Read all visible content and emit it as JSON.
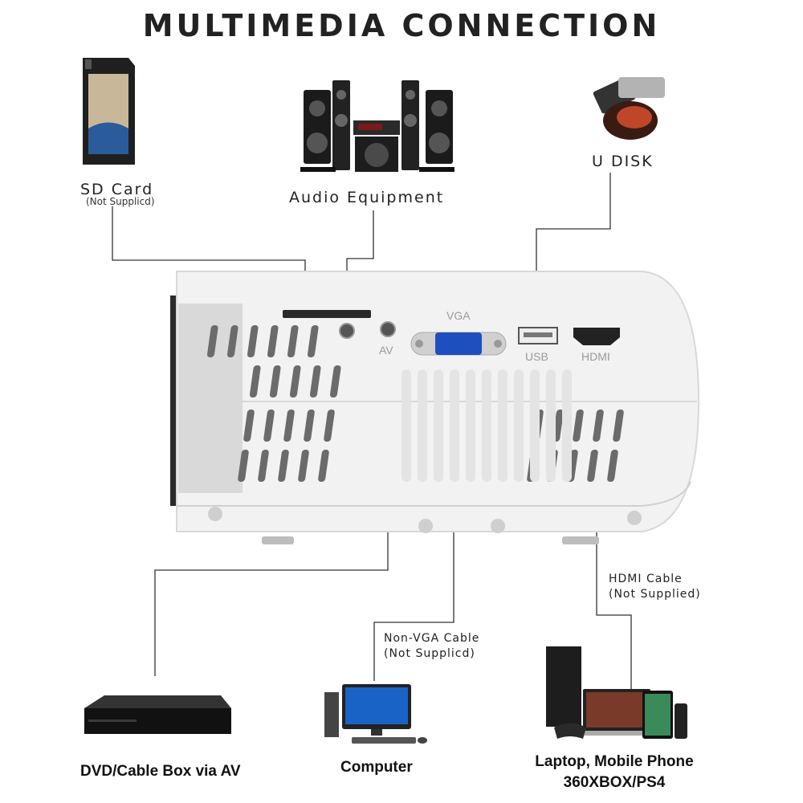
{
  "title": "MULTIMEDIA CONNECTION",
  "sd_card": {
    "label": "SD Card",
    "note": "(Not Supplicd)"
  },
  "audio": {
    "label": "Audio Equipment"
  },
  "udisk": {
    "label": "U DISK"
  },
  "ports": {
    "vga": "VGA",
    "usb": "USB",
    "hdmi": "HDMI",
    "av": "AV"
  },
  "hdmi_cable": {
    "line1": "HDMI Cable",
    "line2": "(Not Supplied)"
  },
  "vga_cable": {
    "line1": "Non-VGA Cable",
    "line2": "(Not Supplicd)"
  },
  "devices": {
    "dvd": "DVD/Cable Box via AV",
    "computer": "Computer",
    "laptop_line1": "Laptop, Mobile Phone",
    "laptop_line2": "360XBOX/PS4"
  }
}
